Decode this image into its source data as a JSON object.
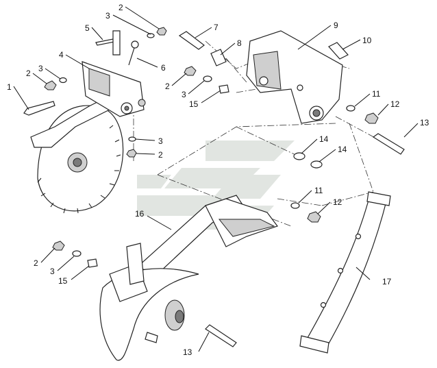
{
  "diagram": {
    "callouts": [
      {
        "id": "c1",
        "text": "1"
      },
      {
        "id": "c2a",
        "text": "2"
      },
      {
        "id": "c2b",
        "text": "2"
      },
      {
        "id": "c2c",
        "text": "2"
      },
      {
        "id": "c2d",
        "text": "2"
      },
      {
        "id": "c2e",
        "text": "2"
      },
      {
        "id": "c3a",
        "text": "3"
      },
      {
        "id": "c3b",
        "text": "3"
      },
      {
        "id": "c3c",
        "text": "3"
      },
      {
        "id": "c3d",
        "text": "3"
      },
      {
        "id": "c3e",
        "text": "3"
      },
      {
        "id": "c4",
        "text": "4"
      },
      {
        "id": "c5",
        "text": "5"
      },
      {
        "id": "c6",
        "text": "6"
      },
      {
        "id": "c7",
        "text": "7"
      },
      {
        "id": "c8",
        "text": "8"
      },
      {
        "id": "c9",
        "text": "9"
      },
      {
        "id": "c10",
        "text": "10"
      },
      {
        "id": "c11a",
        "text": "11"
      },
      {
        "id": "c11b",
        "text": "11"
      },
      {
        "id": "c12a",
        "text": "12"
      },
      {
        "id": "c12b",
        "text": "12"
      },
      {
        "id": "c13a",
        "text": "13"
      },
      {
        "id": "c13b",
        "text": "13"
      },
      {
        "id": "c14a",
        "text": "14"
      },
      {
        "id": "c14b",
        "text": "14"
      },
      {
        "id": "c15a",
        "text": "15"
      },
      {
        "id": "c15b",
        "text": "15"
      },
      {
        "id": "c16",
        "text": "16"
      },
      {
        "id": "c17",
        "text": "17"
      }
    ]
  }
}
